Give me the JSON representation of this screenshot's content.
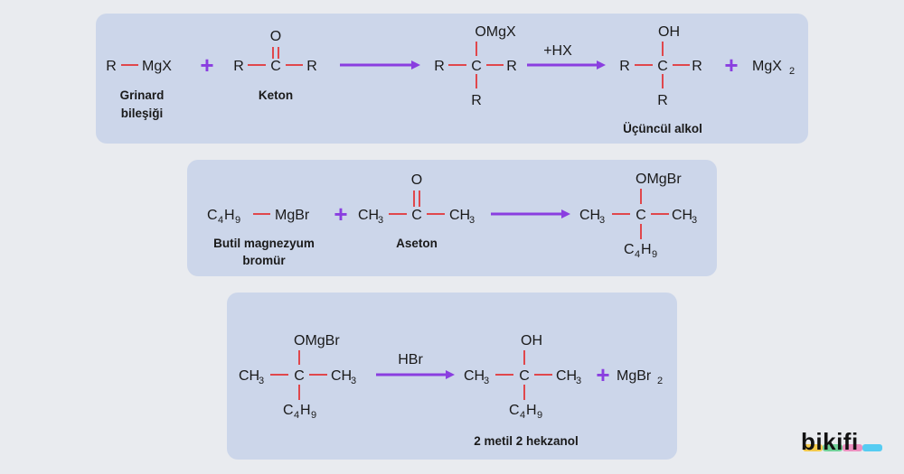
{
  "brand": {
    "logo_text": "bikifi"
  },
  "colors": {
    "panel": "#ccd6ea",
    "bond": "#e0474c",
    "arrow": "#8a3ee0",
    "background": "#e9ebef"
  },
  "atoms": {
    "R": "R",
    "MgX": "MgX",
    "O": "O",
    "C": "C",
    "OMgX": "OMgX",
    "OH": "OH",
    "MgX2": "MgX",
    "two": "2",
    "C4H9_C": "C",
    "C4H9_4": "4",
    "C4H9_H": "H",
    "C4H9_9": "9",
    "MgBr": "MgBr",
    "OMgBr": "OMgBr",
    "CH3_CH": "CH",
    "CH3_3": "3",
    "MgBr2": "MgBr"
  },
  "reaction_1": {
    "reagent_label_line1": "Grinard",
    "reagent_label_line2": "bileşiği",
    "ketone_label": "Keton",
    "condition": "+HX",
    "product_label": "Üçüncül alkol"
  },
  "reaction_2": {
    "reagent_label_line1": "Butil magnezyum",
    "reagent_label_line2": "bromür",
    "ketone_label": "Aseton"
  },
  "reaction_3": {
    "condition": "HBr",
    "product_label": "2 metil 2 hekzanol"
  },
  "symbols": {
    "plus": "+"
  }
}
